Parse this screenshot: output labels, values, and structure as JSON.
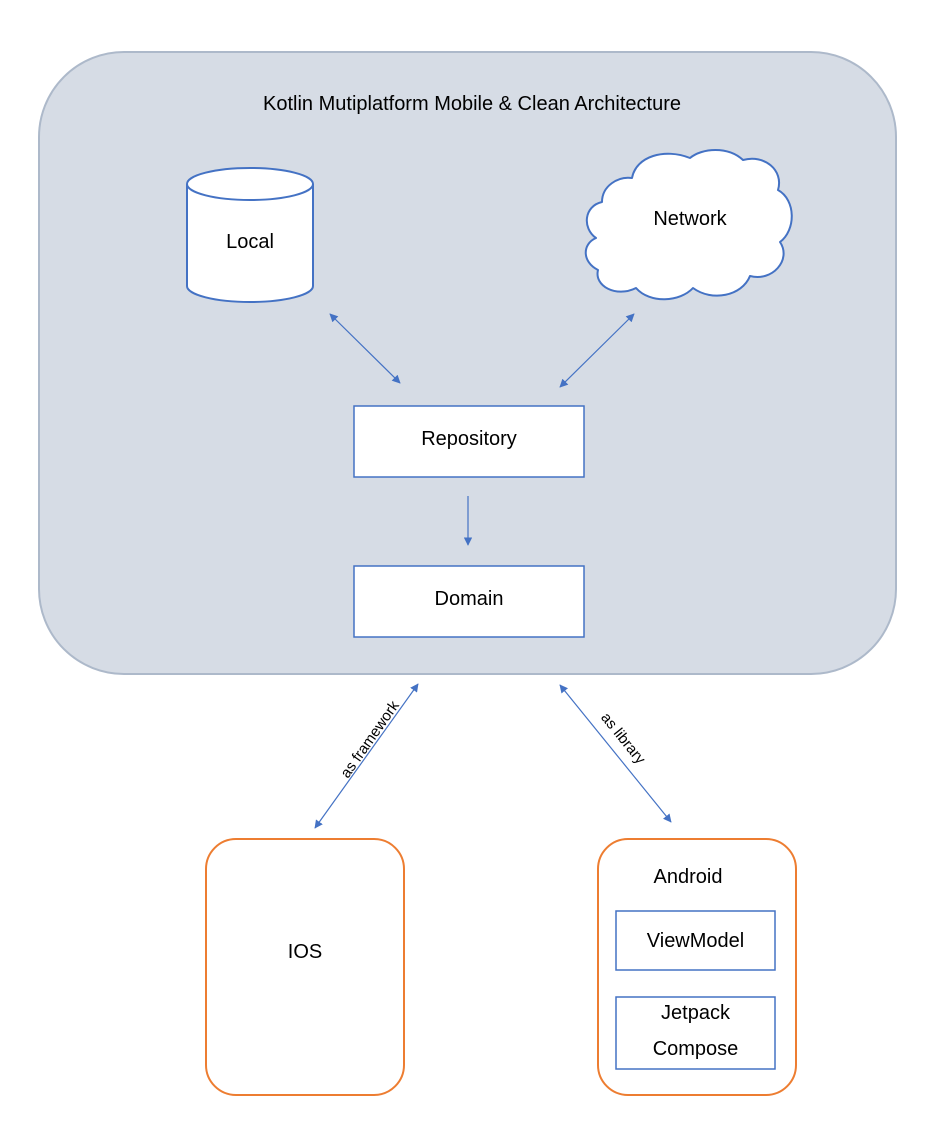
{
  "diagram": {
    "title": "Kotlin Mutiplatform Mobile & Clean Architecture",
    "nodes": {
      "local": "Local",
      "network": "Network",
      "repository": "Repository",
      "domain": "Domain",
      "ios": "IOS",
      "android": "Android",
      "viewmodel": "ViewModel",
      "jetpack_line1": "Jetpack",
      "jetpack_line2": "Compose"
    },
    "edges": {
      "ios_link": "as framework",
      "android_link": "as library"
    },
    "colors": {
      "container_fill": "#d6dce5",
      "container_stroke": "#adb9ca",
      "shape_stroke": "#4472c4",
      "arrow": "#4472c4",
      "platform_stroke": "#ed7d31"
    }
  }
}
